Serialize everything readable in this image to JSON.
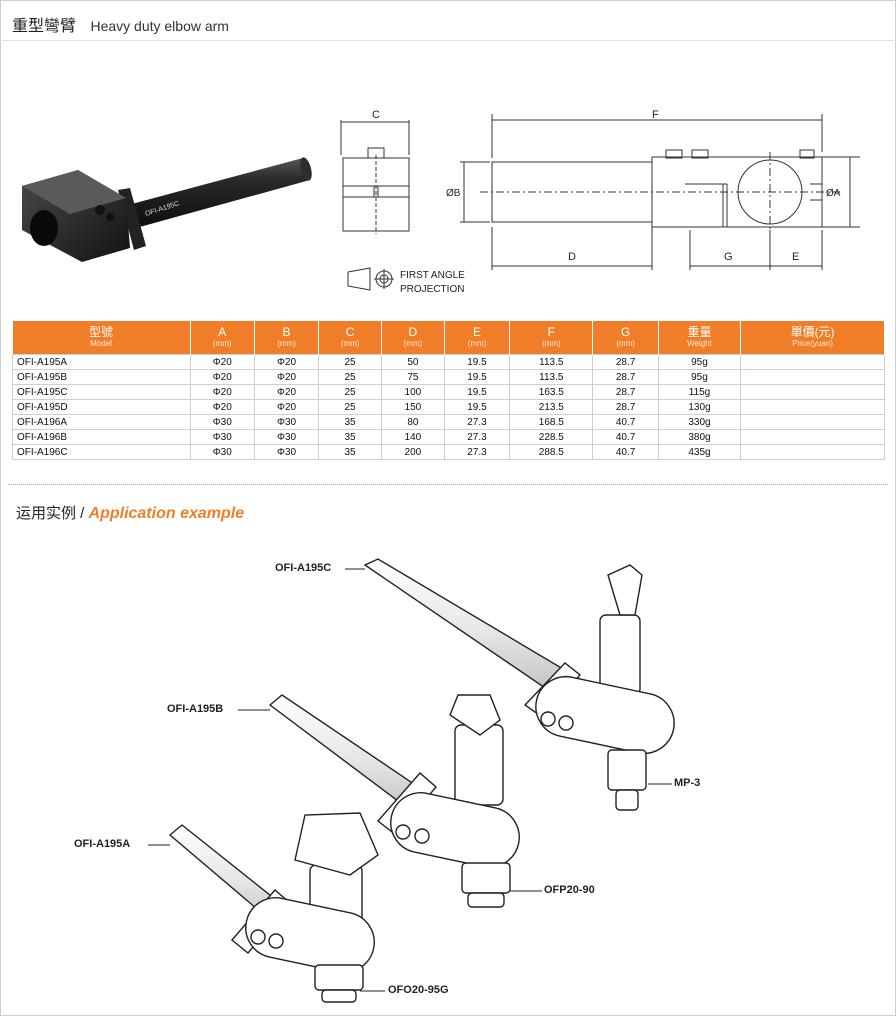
{
  "title": {
    "zh": "重型彎臂",
    "en": "Heavy duty elbow arm"
  },
  "photo": {
    "engraving": "OFI-A195C"
  },
  "drawing": {
    "dims": {
      "C": "C",
      "F": "F",
      "B": "ØB",
      "A": "ØA",
      "D": "D",
      "G": "G",
      "E": "E"
    },
    "projection": [
      "FIRST ANGLE",
      "PROJECTION"
    ]
  },
  "table": {
    "headers": [
      {
        "main": "型號",
        "sub": "Model"
      },
      {
        "main": "A",
        "sub": "(mm)"
      },
      {
        "main": "B",
        "sub": "(mm)"
      },
      {
        "main": "C",
        "sub": "(mm)"
      },
      {
        "main": "D",
        "sub": "(mm)"
      },
      {
        "main": "E",
        "sub": "(mm)"
      },
      {
        "main": "F",
        "sub": "(mm)"
      },
      {
        "main": "G",
        "sub": "(mm)"
      },
      {
        "main": "重量",
        "sub": "Weight"
      },
      {
        "main": "單價(元)",
        "sub": "Price(yuan)"
      }
    ],
    "rows": [
      [
        "OFI-A195A",
        "Φ20",
        "Φ20",
        "25",
        "50",
        "19.5",
        "113.5",
        "28.7",
        "95g",
        ""
      ],
      [
        "OFI-A195B",
        "Φ20",
        "Φ20",
        "25",
        "75",
        "19.5",
        "113.5",
        "28.7",
        "95g",
        ""
      ],
      [
        "OFI-A195C",
        "Φ20",
        "Φ20",
        "25",
        "100",
        "19.5",
        "163.5",
        "28.7",
        "115g",
        ""
      ],
      [
        "OFI-A195D",
        "Φ20",
        "Φ20",
        "25",
        "150",
        "19.5",
        "213.5",
        "28.7",
        "130g",
        ""
      ],
      [
        "OFI-A196A",
        "Φ30",
        "Φ30",
        "35",
        "80",
        "27.3",
        "168.5",
        "40.7",
        "330g",
        ""
      ],
      [
        "OFI-A196B",
        "Φ30",
        "Φ30",
        "35",
        "140",
        "27.3",
        "228.5",
        "40.7",
        "380g",
        ""
      ],
      [
        "OFI-A196C",
        "Φ30",
        "Φ30",
        "35",
        "200",
        "27.3",
        "288.5",
        "40.7",
        "435g",
        ""
      ]
    ]
  },
  "application": {
    "title_zh": "运用实例 / ",
    "title_en": "Application example",
    "labels": {
      "a195c": "OFI-A195C",
      "a195b": "OFI-A195B",
      "a195a": "OFI-A195A",
      "mp3": "MP-3",
      "ofp": "OFP20-90",
      "ofo": "OFO20-95G"
    }
  },
  "colors": {
    "accent": "#f07e28",
    "metal": "#1c1c1c"
  }
}
